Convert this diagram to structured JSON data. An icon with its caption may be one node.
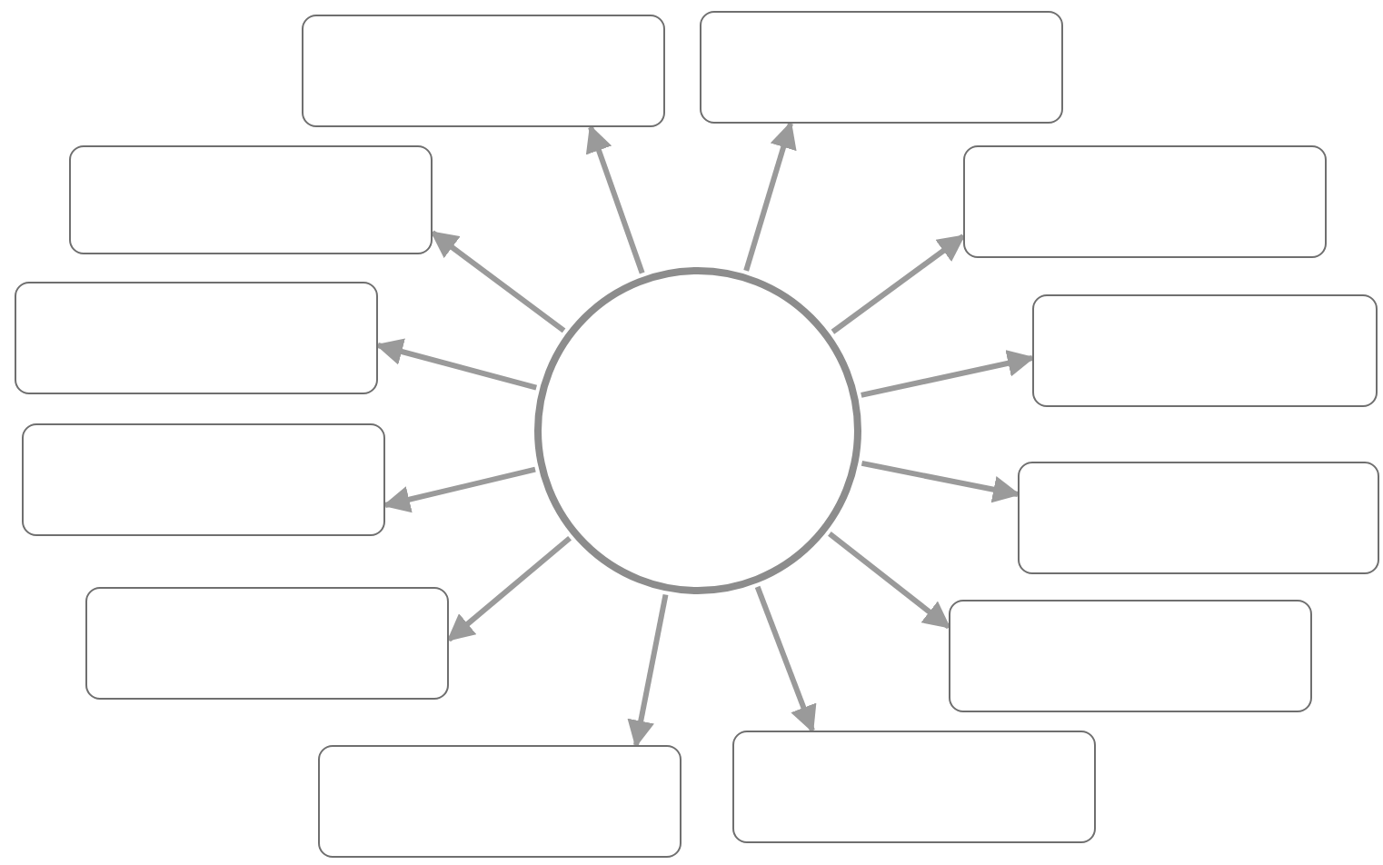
{
  "diagram": {
    "nodes": [
      {
        "text": [],
        "shape": "circle"
      },
      {
        "text": [],
        "shape": "box"
      },
      {
        "text": [],
        "shape": "box"
      },
      {
        "text": [],
        "shape": "box"
      },
      {
        "text": [],
        "shape": "box"
      },
      {
        "text": [],
        "shape": "box"
      },
      {
        "text": [],
        "shape": "box"
      },
      {
        "text": [],
        "shape": "box"
      },
      {
        "text": [],
        "shape": "box"
      },
      {
        "text": [],
        "shape": "box"
      },
      {
        "text": [],
        "shape": "box"
      },
      {
        "text": [],
        "shape": "box"
      },
      {
        "text": [],
        "shape": "box"
      }
    ],
    "edges": [
      {
        "from": 0,
        "to": 1,
        "arrow": "to"
      },
      {
        "from": 0,
        "to": 2,
        "arrow": "to"
      },
      {
        "from": 0,
        "to": 3,
        "arrow": "to"
      },
      {
        "from": 0,
        "to": 4,
        "arrow": "to"
      },
      {
        "from": 0,
        "to": 5,
        "arrow": "to"
      },
      {
        "from": 0,
        "to": 6,
        "arrow": "to"
      },
      {
        "from": 0,
        "to": 7,
        "arrow": "to"
      },
      {
        "from": 0,
        "to": 8,
        "arrow": "to"
      },
      {
        "from": 0,
        "to": 9,
        "arrow": "to"
      },
      {
        "from": 0,
        "to": 10,
        "arrow": "to"
      },
      {
        "from": 0,
        "to": 11,
        "arrow": "to"
      },
      {
        "from": 0,
        "to": 12,
        "arrow": "to"
      }
    ]
  }
}
